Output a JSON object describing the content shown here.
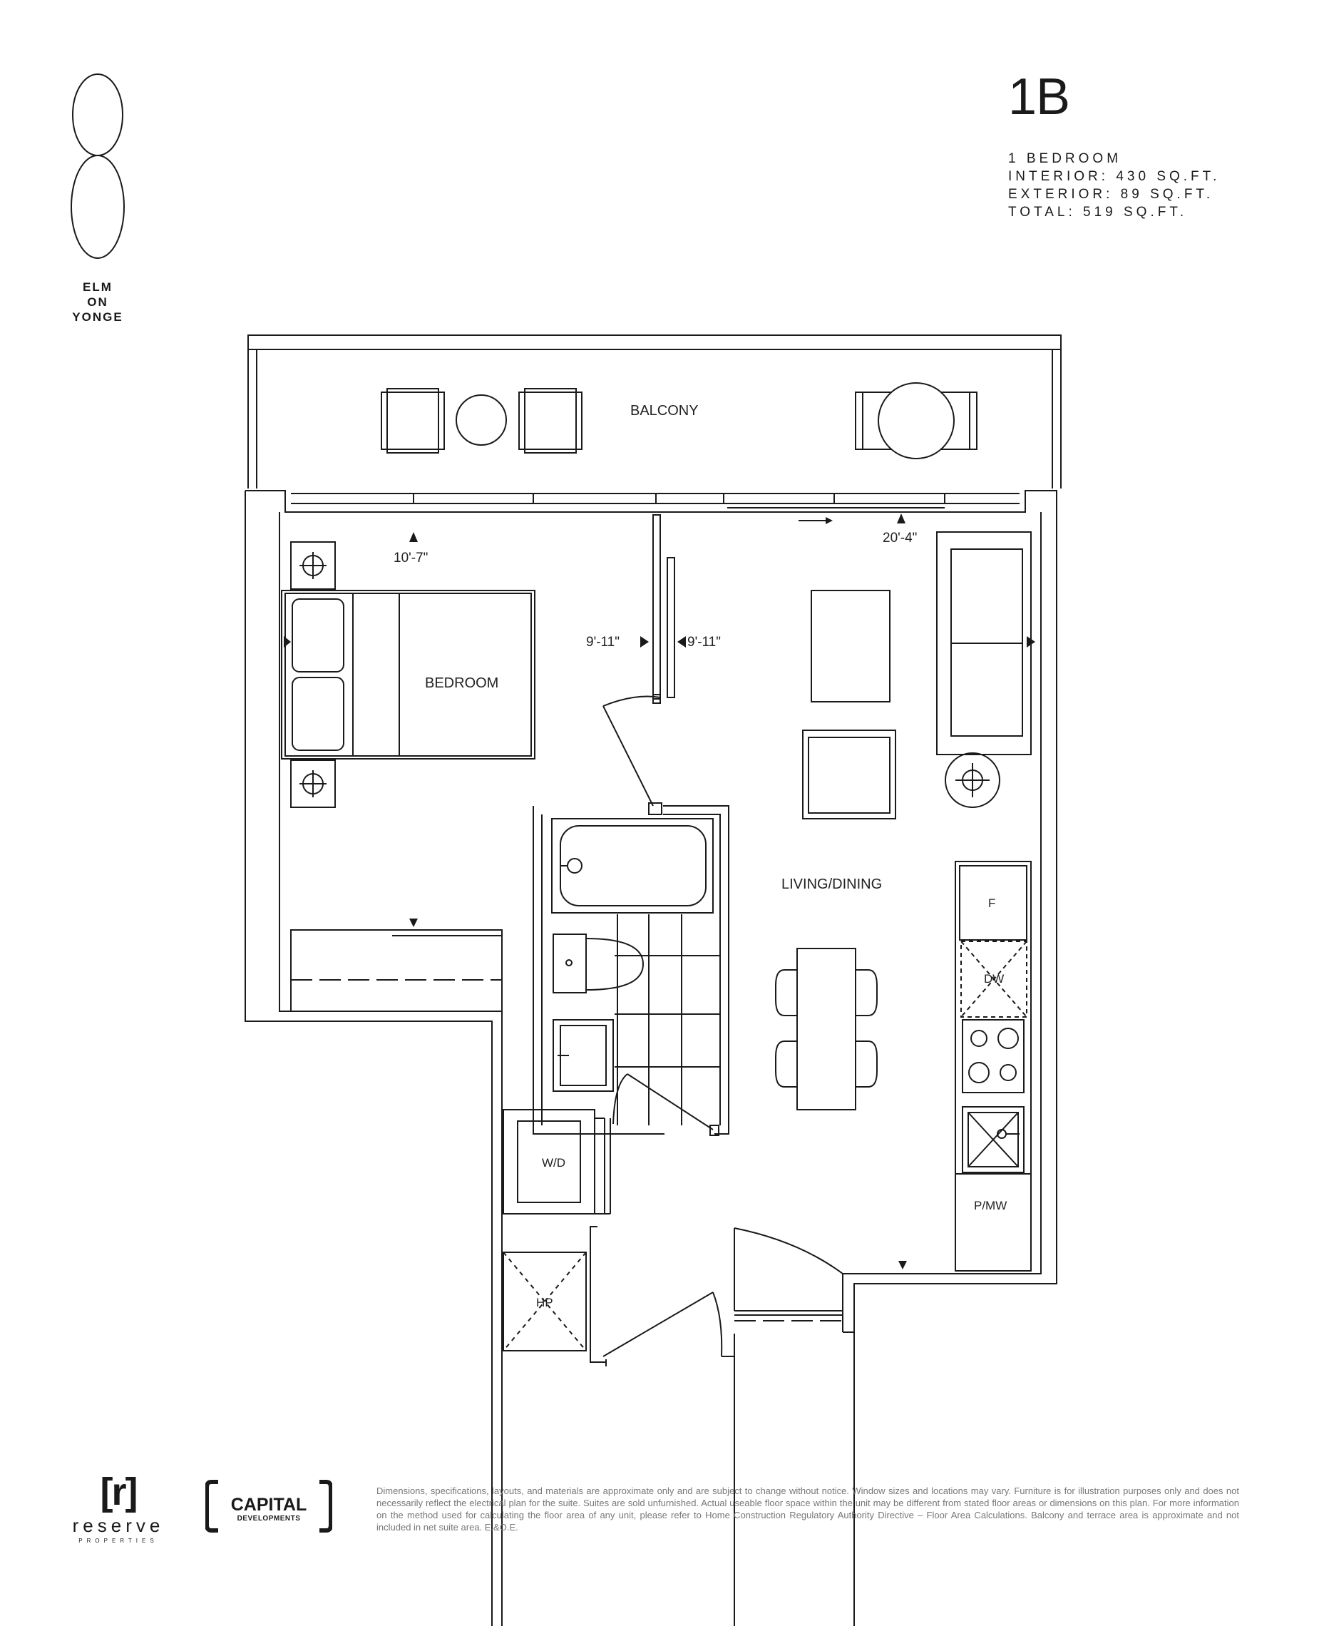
{
  "brand": {
    "project_lines": [
      "ELM",
      "ON",
      "YONGE"
    ],
    "logo_icon": "figure-eight-logo-icon"
  },
  "unit": {
    "code": "1B",
    "specs": [
      "1 BEDROOM",
      "INTERIOR: 430 SQ.FT.",
      "EXTERIOR: 89 SQ.FT.",
      "TOTAL: 519 SQ.FT."
    ]
  },
  "rooms": {
    "balcony": "BALCONY",
    "bedroom": "BEDROOM",
    "living_dining": "LIVING/DINING"
  },
  "dimensions": {
    "bedroom_width": "10'-7\"",
    "bedroom_depth": "9'-11\"",
    "living_depth": "9'-11\"",
    "living_width": "20'-4\""
  },
  "appliances": {
    "fridge": "F",
    "dishwasher": "DW",
    "pantry_microwave": "P/MW",
    "washer_dryer": "W/D",
    "heat_pump": "HP"
  },
  "footer": {
    "reserve": {
      "mark": "[r]",
      "name": "reserve",
      "sub": "PROPERTIES"
    },
    "capital": {
      "name": "CAPITAL",
      "sub": "DEVELOPMENTS"
    },
    "disclaimer": "Dimensions, specifications, layouts, and materials are approximate only and are subject to change without notice. Window sizes and locations may vary. Furniture is for illustration purposes only and does not necessarily reflect the electrical plan for the suite. Suites are sold unfurnished. Actual useable floor space within the unit may be different from stated floor areas or dimensions on this plan. For more information on the method used for calculating the floor area of any unit, please refer to Home Construction Regulatory Authority Directive – Floor Area Calculations. Balcony and terrace area is approximate and not included in net suite area. E.&O.E."
  },
  "colors": {
    "line": "#1a1a1a",
    "text": "#1a1a1a",
    "disclaimer": "#777777"
  }
}
